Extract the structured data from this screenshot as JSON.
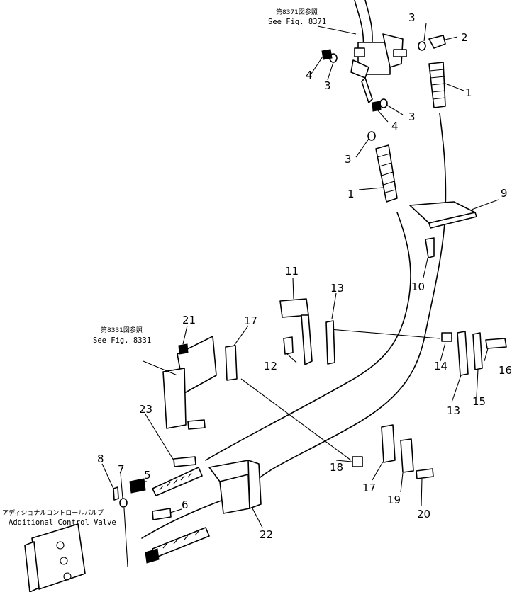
{
  "references": {
    "top": {
      "jp": "第8371図参照",
      "en": "See Fig. 8371"
    },
    "left": {
      "jp": "第8331図参照",
      "en": "See Fig. 8331"
    },
    "valve": {
      "jp": "アディショナルコントロールバルブ",
      "en": "Additional Control Valve"
    }
  },
  "callouts": [
    "1",
    "1",
    "2",
    "3",
    "3",
    "3",
    "3",
    "4",
    "4",
    "5",
    "6",
    "7",
    "8",
    "9",
    "10",
    "11",
    "12",
    "13",
    "13",
    "14",
    "15",
    "16",
    "17",
    "17",
    "18",
    "19",
    "20",
    "21",
    "22",
    "23"
  ]
}
